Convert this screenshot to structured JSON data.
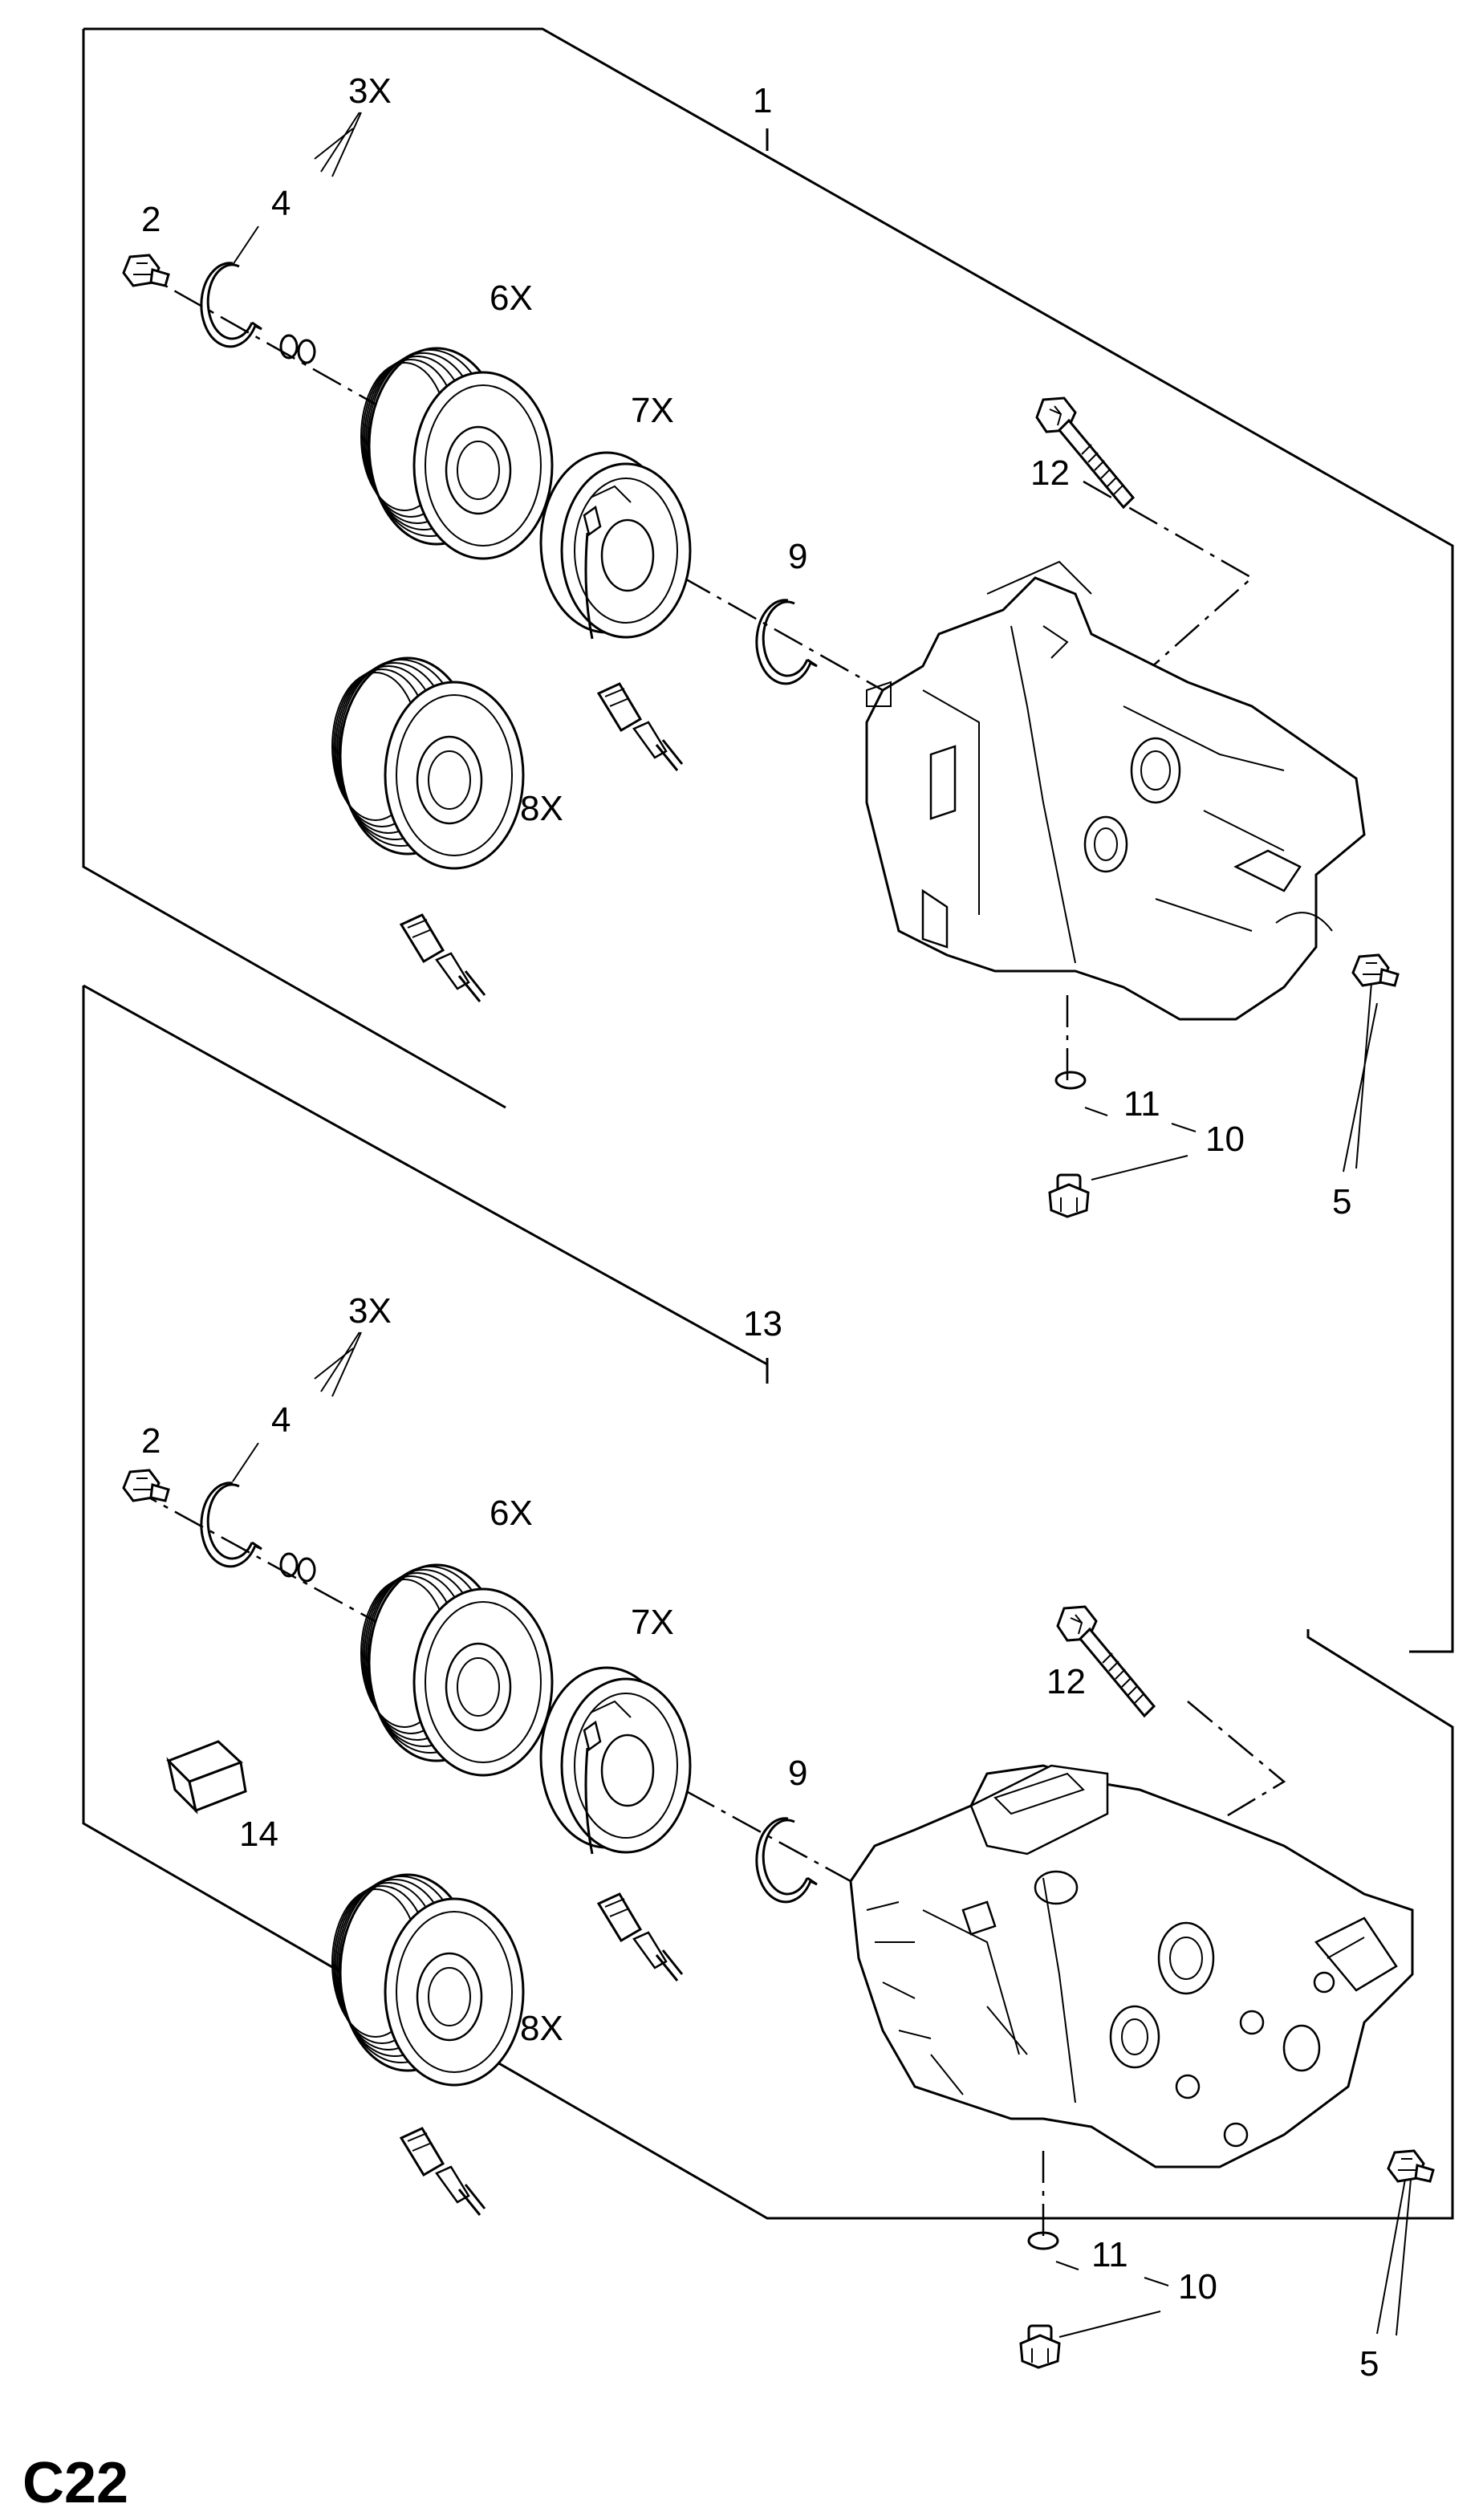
{
  "page_code": "C22",
  "groups": [
    {
      "assembly_label": "1",
      "callouts": {
        "c2": "2",
        "c3x": "3X",
        "c4": "4",
        "c5": "5",
        "c6x": "6X",
        "c7x": "7X",
        "c8x": "8X",
        "c9": "9",
        "c10": "10",
        "c11": "11",
        "c12": "12"
      }
    },
    {
      "assembly_label": "13",
      "callouts": {
        "c2": "2",
        "c3x": "3X",
        "c4": "4",
        "c5": "5",
        "c6x": "6X",
        "c7x": "7X",
        "c8x": "8X",
        "c9": "9",
        "c10": "10",
        "c11": "11",
        "c12": "12",
        "c14": "14"
      }
    }
  ]
}
